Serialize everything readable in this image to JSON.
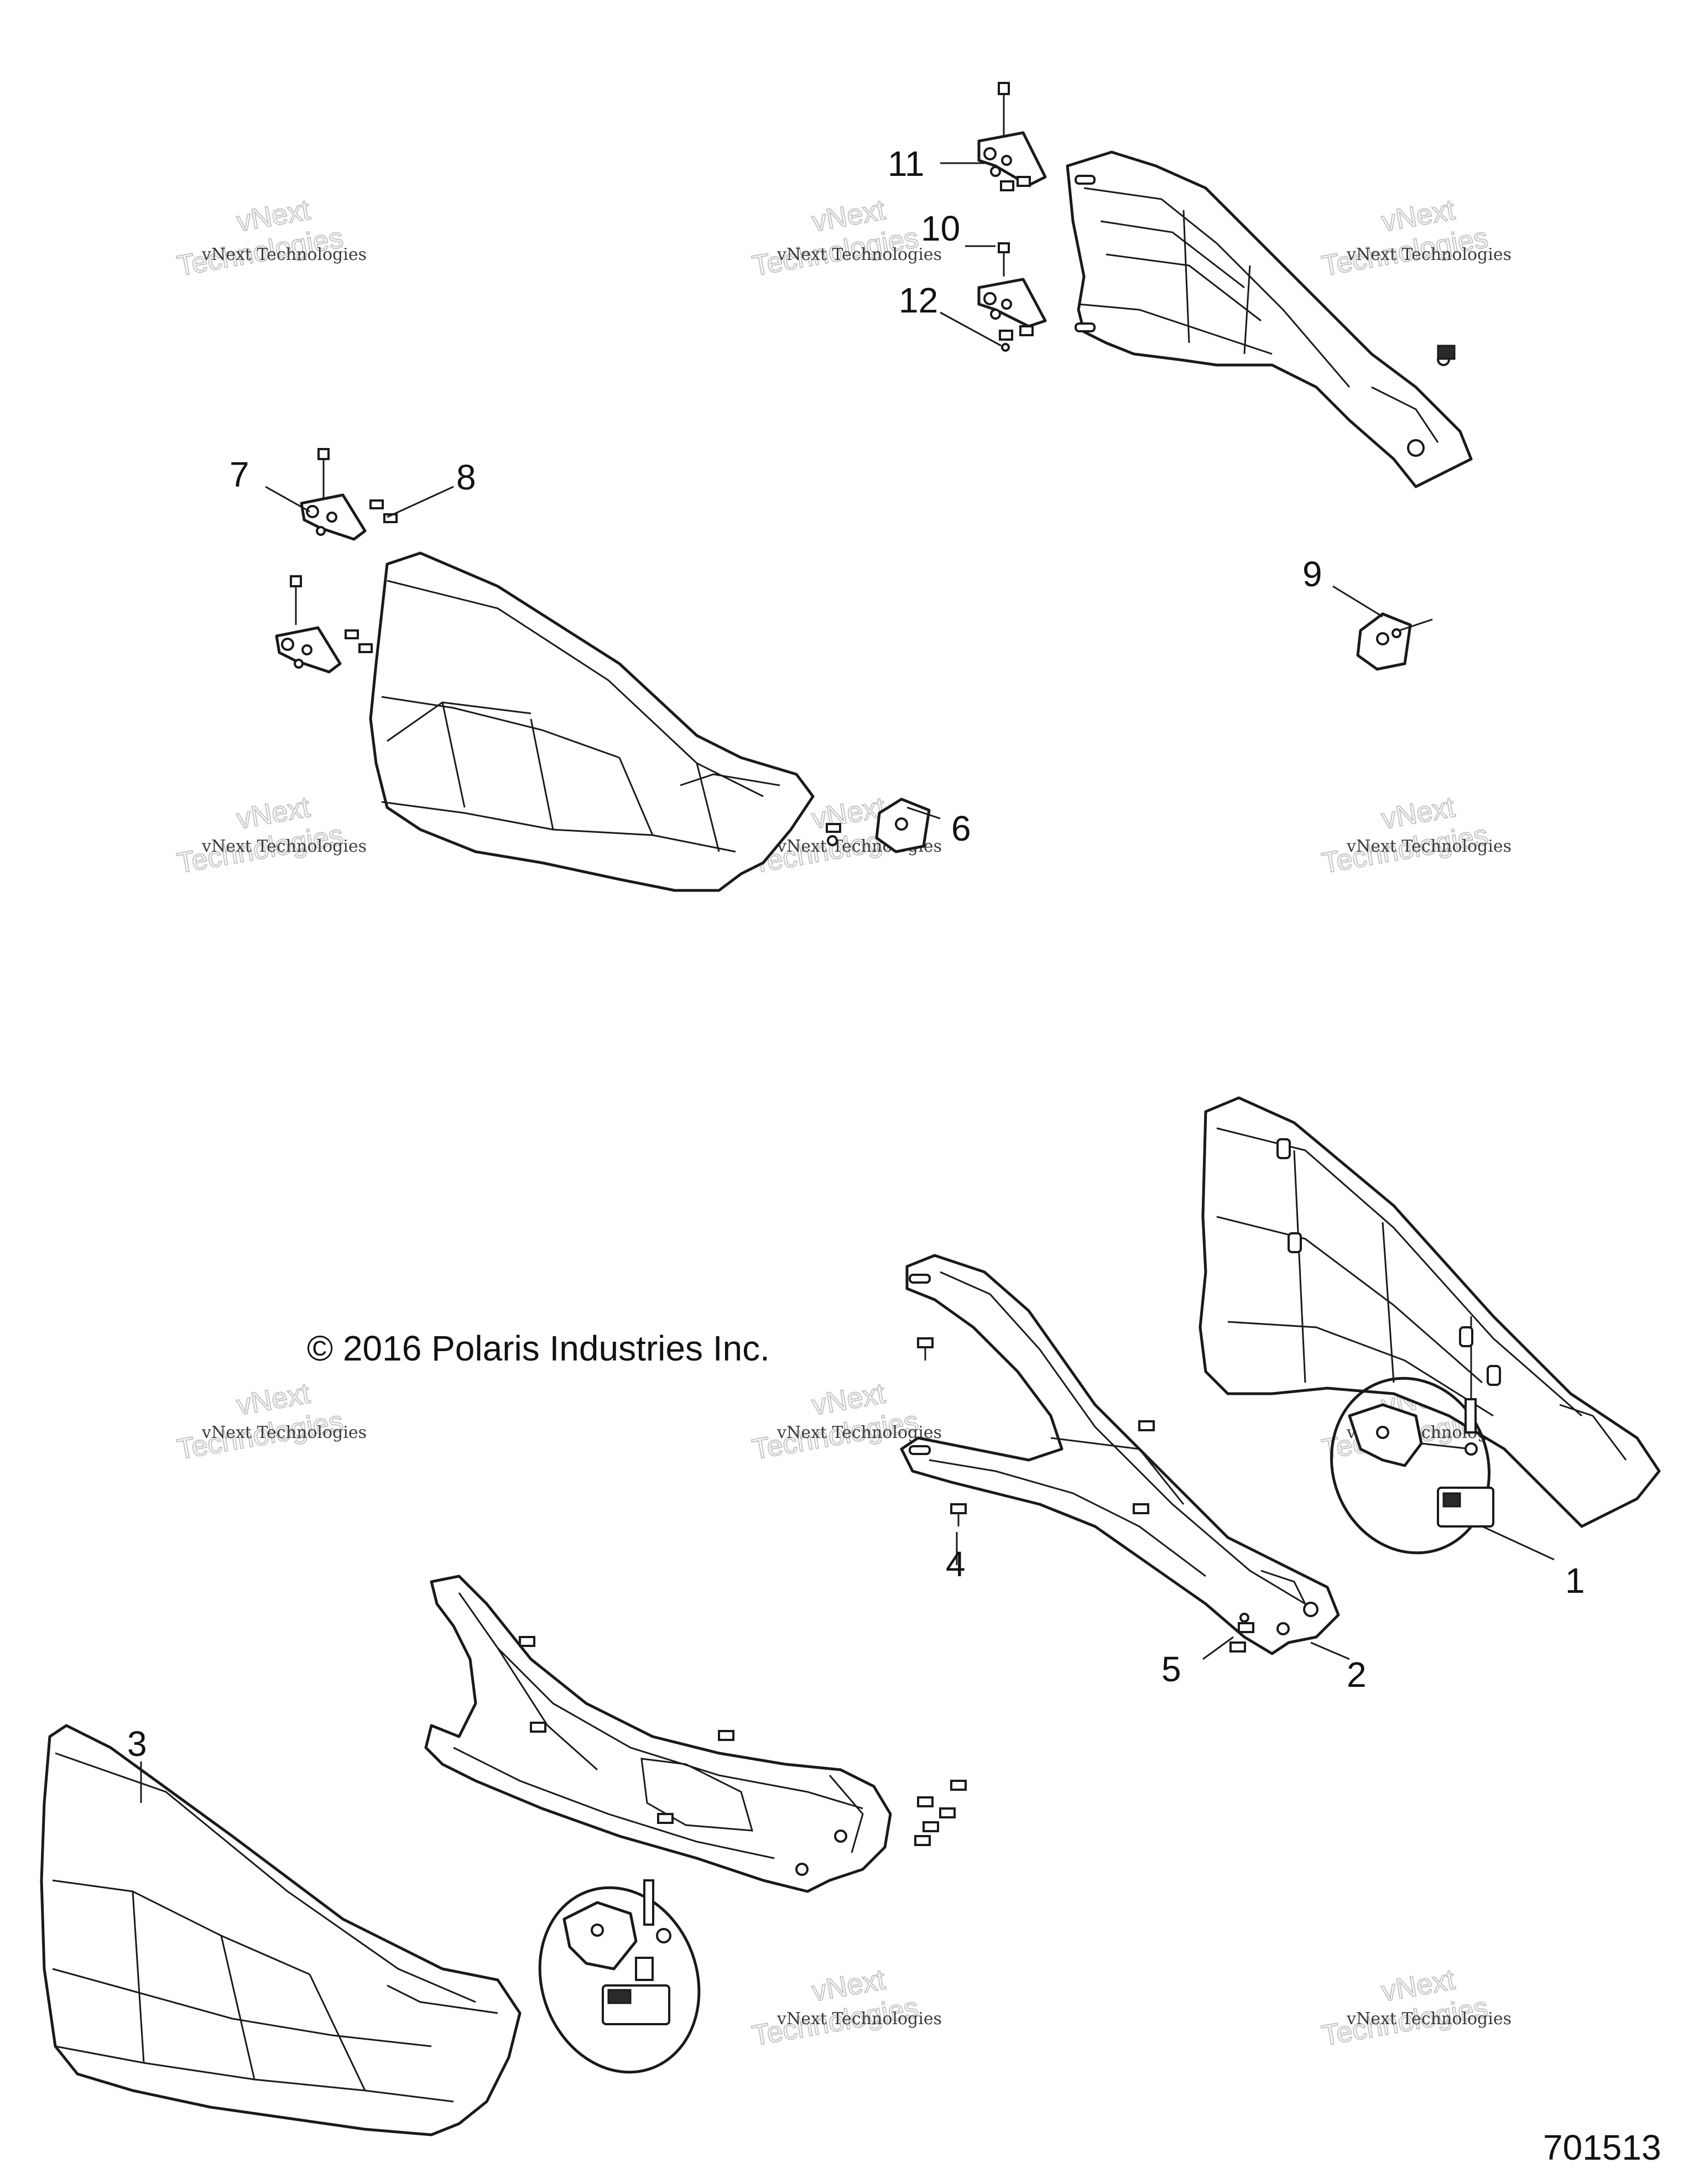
{
  "copyright": "© 2016 Polaris Industries Inc.",
  "figure_id": "701513",
  "watermark": {
    "small": "vNext Technologies",
    "big_line1": "vNext",
    "big_line2": "Technologies"
  },
  "callouts": {
    "c1": "1",
    "c2": "2",
    "c3": "3",
    "c4": "4",
    "c5": "5",
    "c6": "6",
    "c7": "7",
    "c8": "8",
    "c9": "9",
    "c10": "10",
    "c11": "11",
    "c12": "12"
  }
}
